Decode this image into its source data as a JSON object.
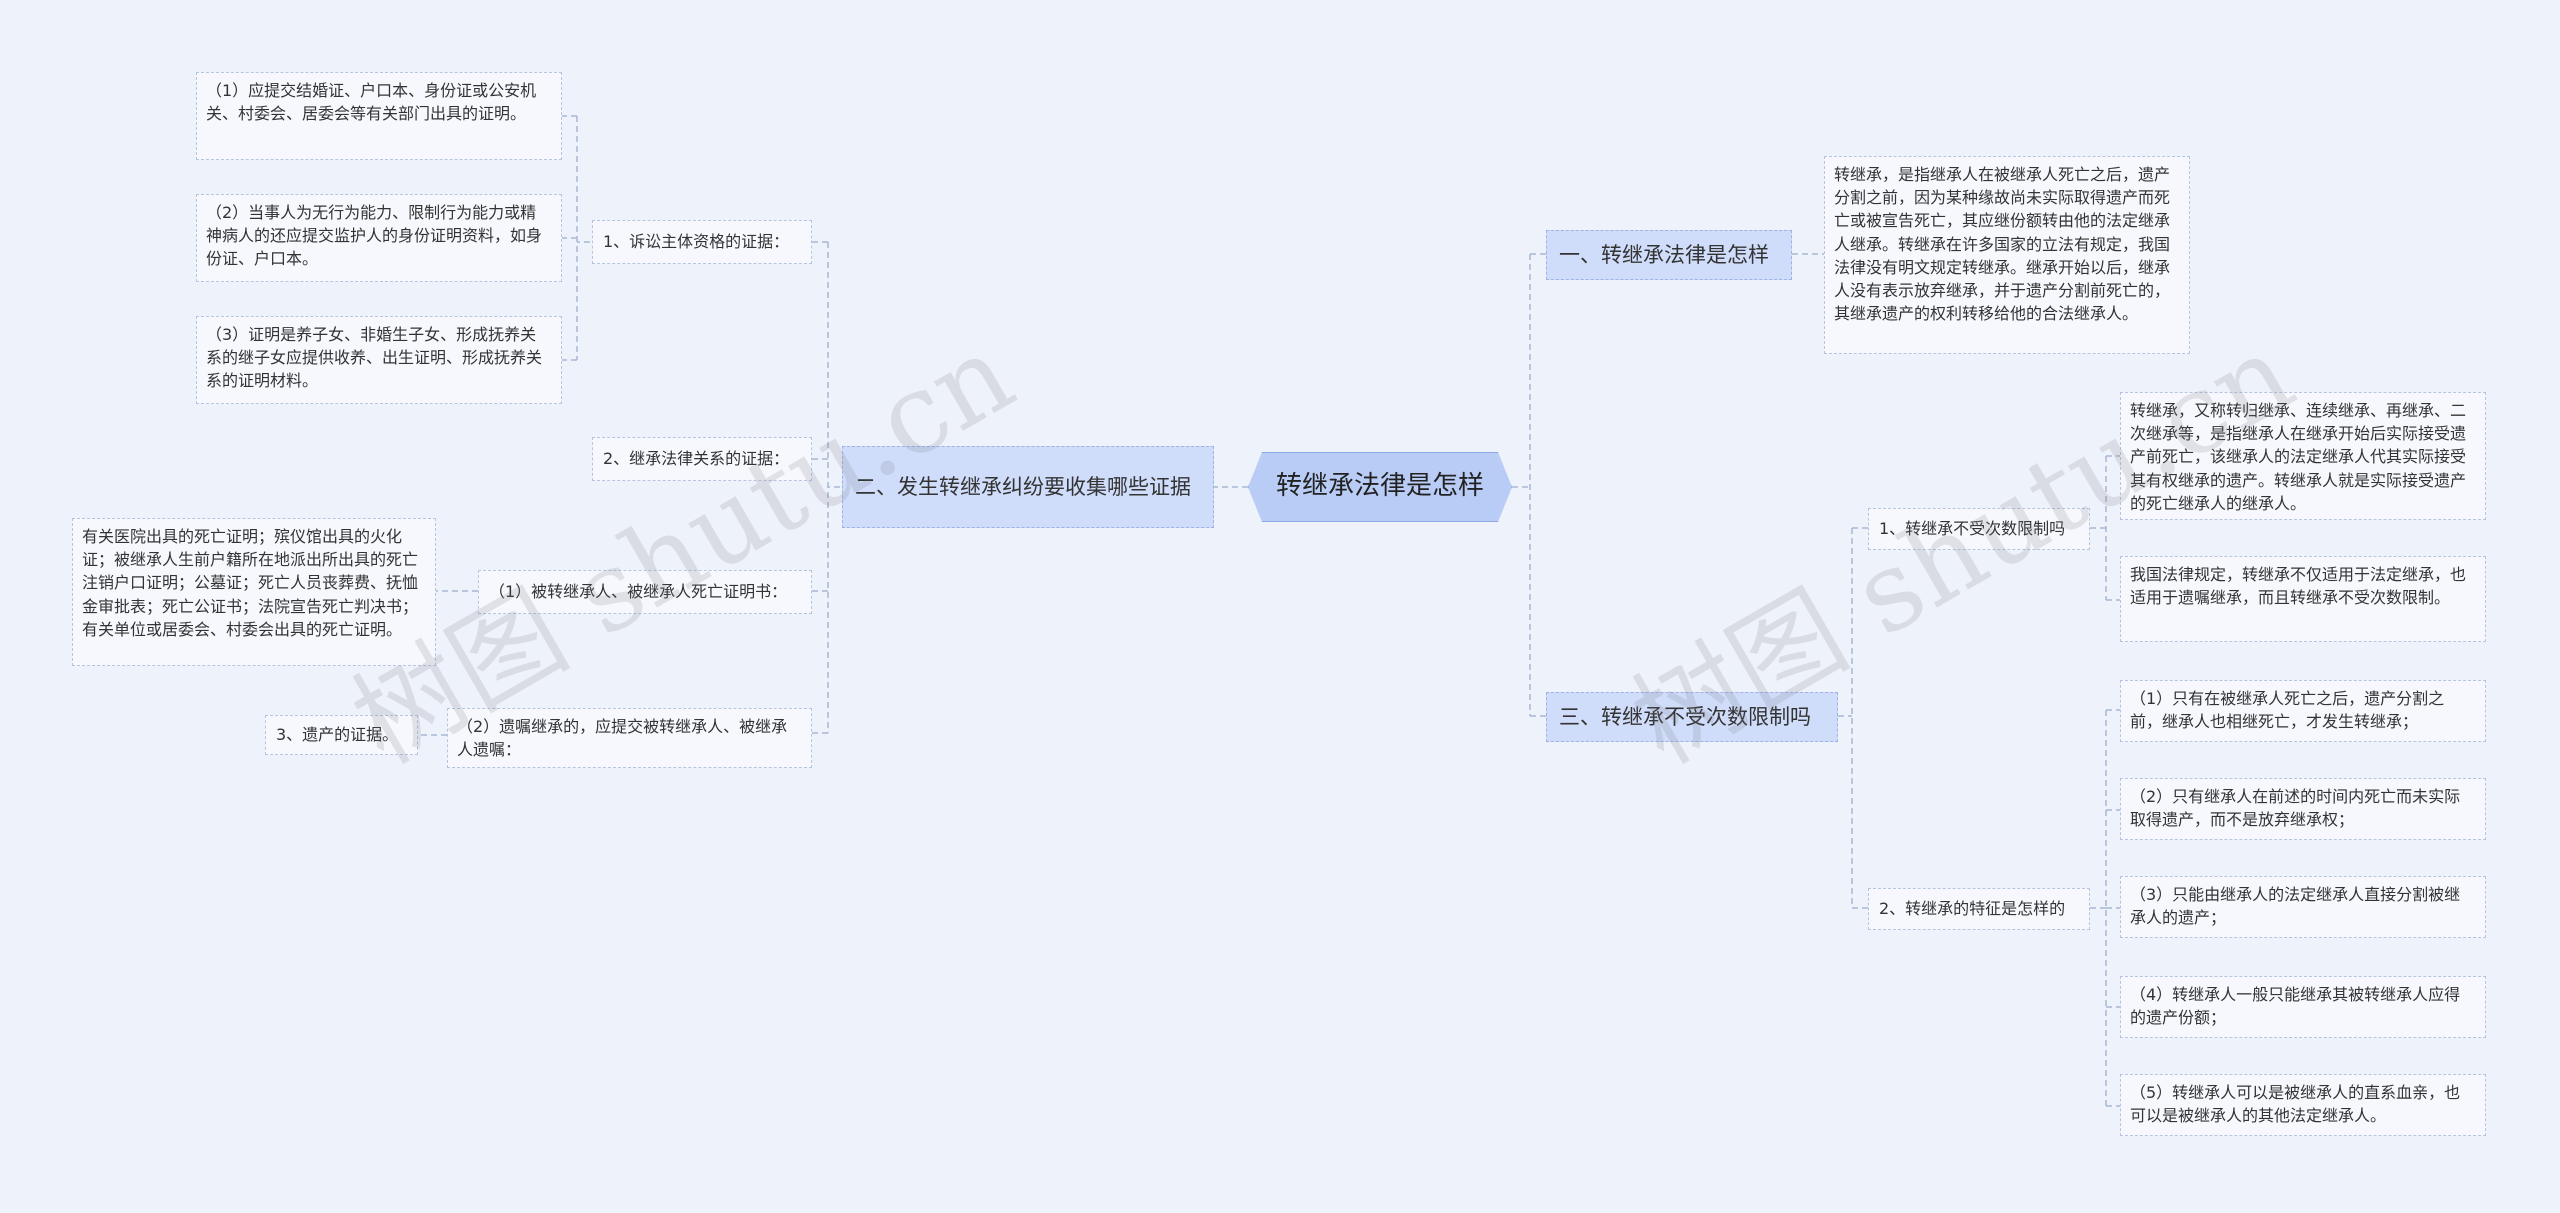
{
  "root": {
    "title": "转继承法律是怎样"
  },
  "left": {
    "branch": "二、发生转继承纠纷要收集哪些证据",
    "groups": [
      {
        "label": "1、诉讼主体资格的证据：",
        "items": [
          "（1）应提交结婚证、户口本、身份证或公安机关、村委会、居委会等有关部门出具的证明。",
          "（2）当事人为无行为能力、限制行为能力或精神病人的还应提交监护人的身份证明资料，如身份证、户口本。",
          "（3）证明是养子女、非婚生子女、形成抚养关系的继子女应提供收养、出生证明、形成抚养关系的证明材料。"
        ]
      },
      {
        "label": "2、继承法律关系的证据："
      },
      {
        "label": "（1）被转继承人、被继承人死亡证明书：",
        "detail": "有关医院出具的死亡证明；殡仪馆出具的火化证；被继承人生前户籍所在地派出所出具的死亡注销户口证明；公墓证；死亡人员丧葬费、抚恤金审批表；死亡公证书；法院宣告死亡判决书；有关单位或居委会、村委会出具的死亡证明。"
      },
      {
        "label": "（2）遗嘱继承的，应提交被转继承人、被继承人遗嘱：",
        "detail": "3、遗产的证据。"
      }
    ]
  },
  "right": {
    "branch1": {
      "label": "一、转继承法律是怎样",
      "detail": "转继承，是指继承人在被继承人死亡之后，遗产分割之前，因为某种缘故尚未实际取得遗产而死亡或被宣告死亡，其应继份额转由他的法定继承人继承。转继承在许多国家的立法有规定，我国法律没有明文规定转继承。继承开始以后，继承人没有表示放弃继承，并于遗产分割前死亡的，其继承遗产的权利转移给他的合法继承人。"
    },
    "branch3": {
      "label": "三、转继承不受次数限制吗",
      "sub1": {
        "label": "1、转继承不受次数限制吗",
        "items": [
          "转继承，又称转归继承、连续继承、再继承、二次继承等，是指继承人在继承开始后实际接受遗产前死亡，该继承人的法定继承人代其实际接受其有权继承的遗产。转继承人就是实际接受遗产的死亡继承人的继承人。",
          "我国法律规定，转继承不仅适用于法定继承，也适用于遗嘱继承，而且转继承不受次数限制。"
        ]
      },
      "sub2": {
        "label": "2、转继承的特征是怎样的",
        "items": [
          "（1）只有在被继承人死亡之后，遗产分割之前，继承人也相继死亡，才发生转继承；",
          "（2）只有继承人在前述的时间内死亡而未实际取得遗产，而不是放弃继承权；",
          "（3）只能由继承人的法定继承人直接分割被继承人的遗产；",
          "（4）转继承人一般只能继承其被转继承人应得的遗产份额；",
          "（5）转继承人可以是被继承人的直系血亲，也可以是被继承人的其他法定继承人。"
        ]
      }
    }
  },
  "watermarks": [
    "树图 shutu.cn",
    "树图 shutu.cn"
  ]
}
